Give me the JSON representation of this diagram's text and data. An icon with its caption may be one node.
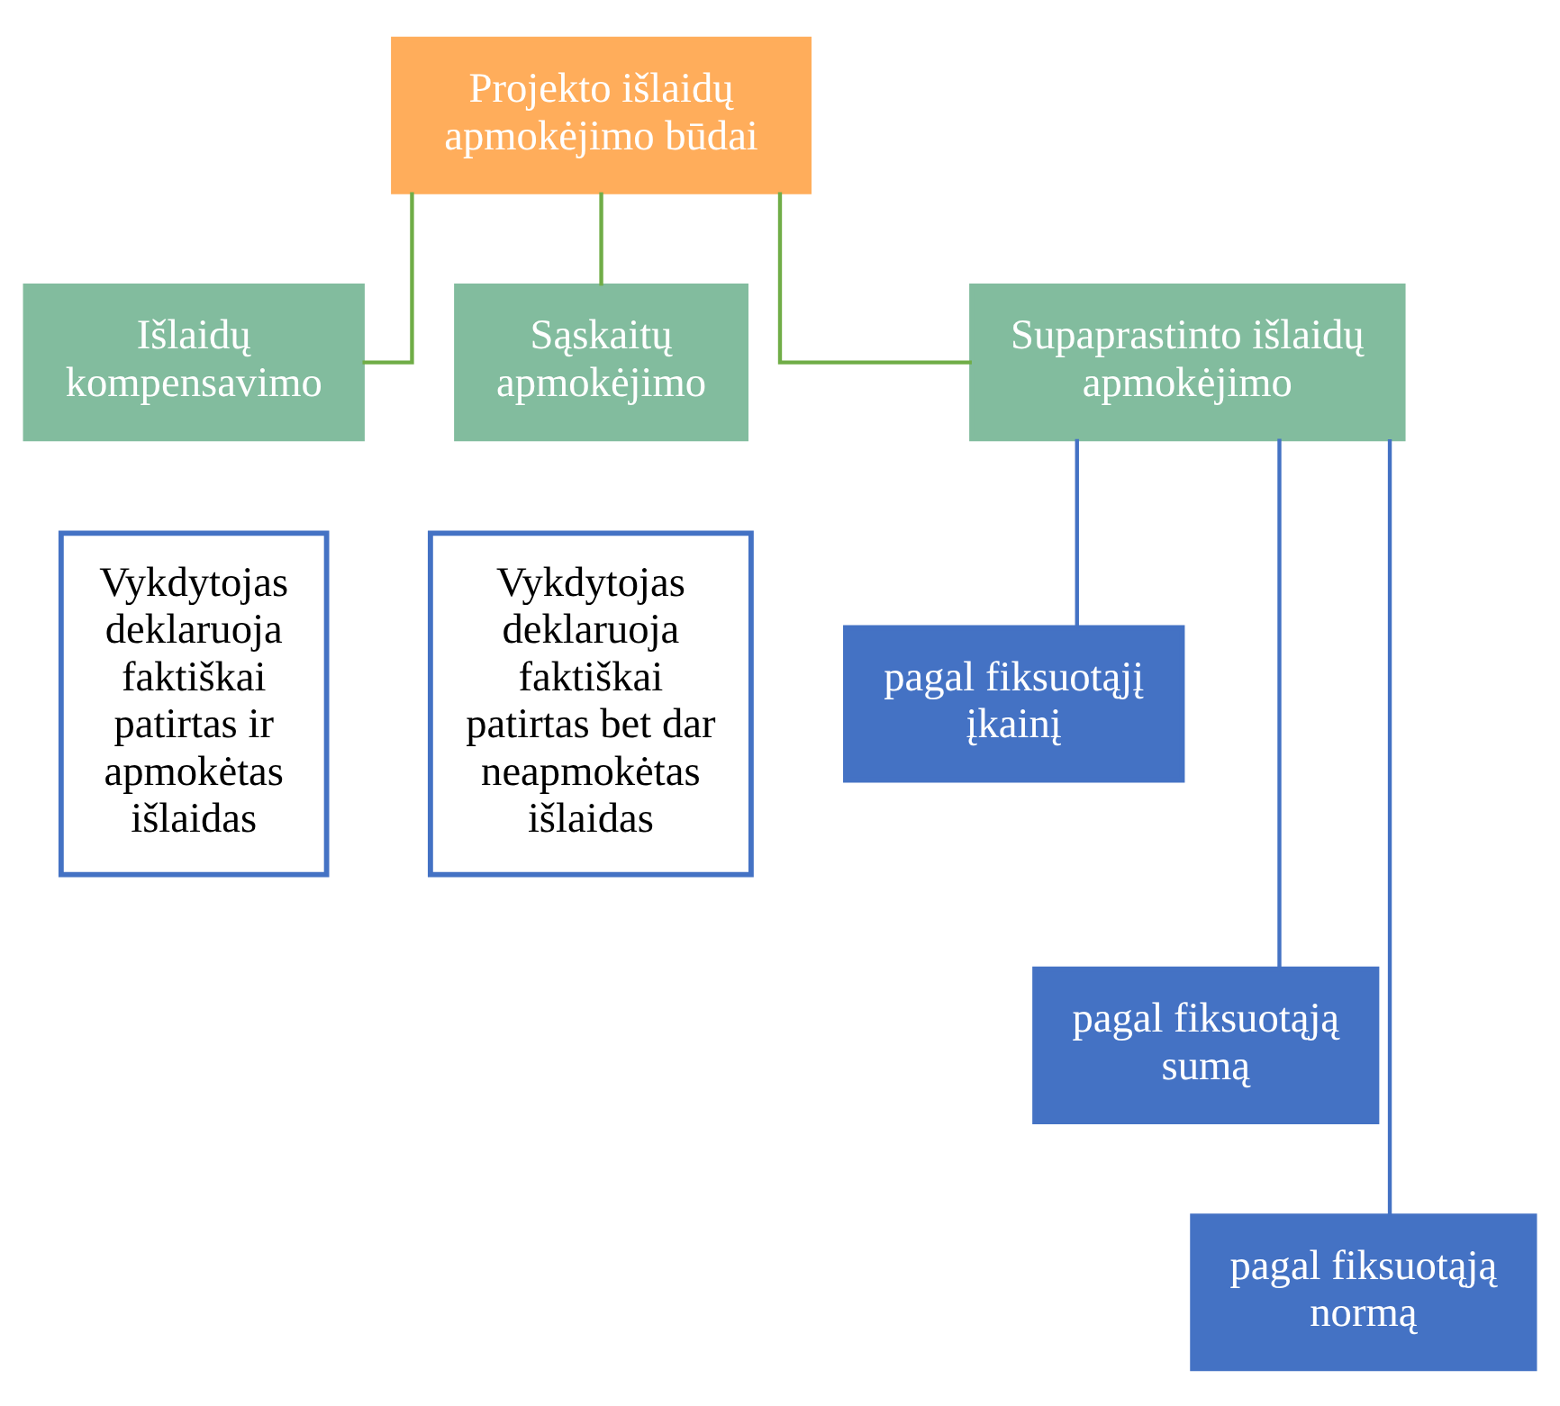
{
  "diagram": {
    "nodes": [
      {
        "text": [
          "Projekto išlaidų apmokėjimo būdai"
        ]
      },
      {
        "text": [
          "Išlaidų kompensavimo"
        ]
      },
      {
        "text": [
          "Sąskaitų apmokėjimo"
        ]
      },
      {
        "text": [
          "Supaprastinto išlaidų apmokėjimo"
        ]
      },
      {
        "text": [
          "Vykdytojas deklaruoja faktiškai patirtas ir apmokėtas išlaidas"
        ]
      },
      {
        "text": [
          "Vykdytojas deklaruoja faktiškai patirtas bet dar neapmokėtas išlaidas"
        ]
      },
      {
        "text": [
          "pagal fiksuotąjį įkainį"
        ]
      },
      {
        "text": [
          "pagal fiksuotąją sumą"
        ]
      },
      {
        "text": [
          "pagal fiksuotąją normą"
        ]
      }
    ],
    "edges": [
      {
        "from": 0,
        "to": 1,
        "arrow": "none",
        "color": "#70ad47"
      },
      {
        "from": 0,
        "to": 2,
        "arrow": "none",
        "color": "#70ad47"
      },
      {
        "from": 0,
        "to": 3,
        "arrow": "none",
        "color": "#70ad47"
      },
      {
        "from": 3,
        "to": 6,
        "arrow": "none",
        "color": "#4472c4"
      },
      {
        "from": 3,
        "to": 7,
        "arrow": "none",
        "color": "#4472c4"
      },
      {
        "from": 3,
        "to": 8,
        "arrow": "none",
        "color": "#4472c4"
      }
    ]
  }
}
